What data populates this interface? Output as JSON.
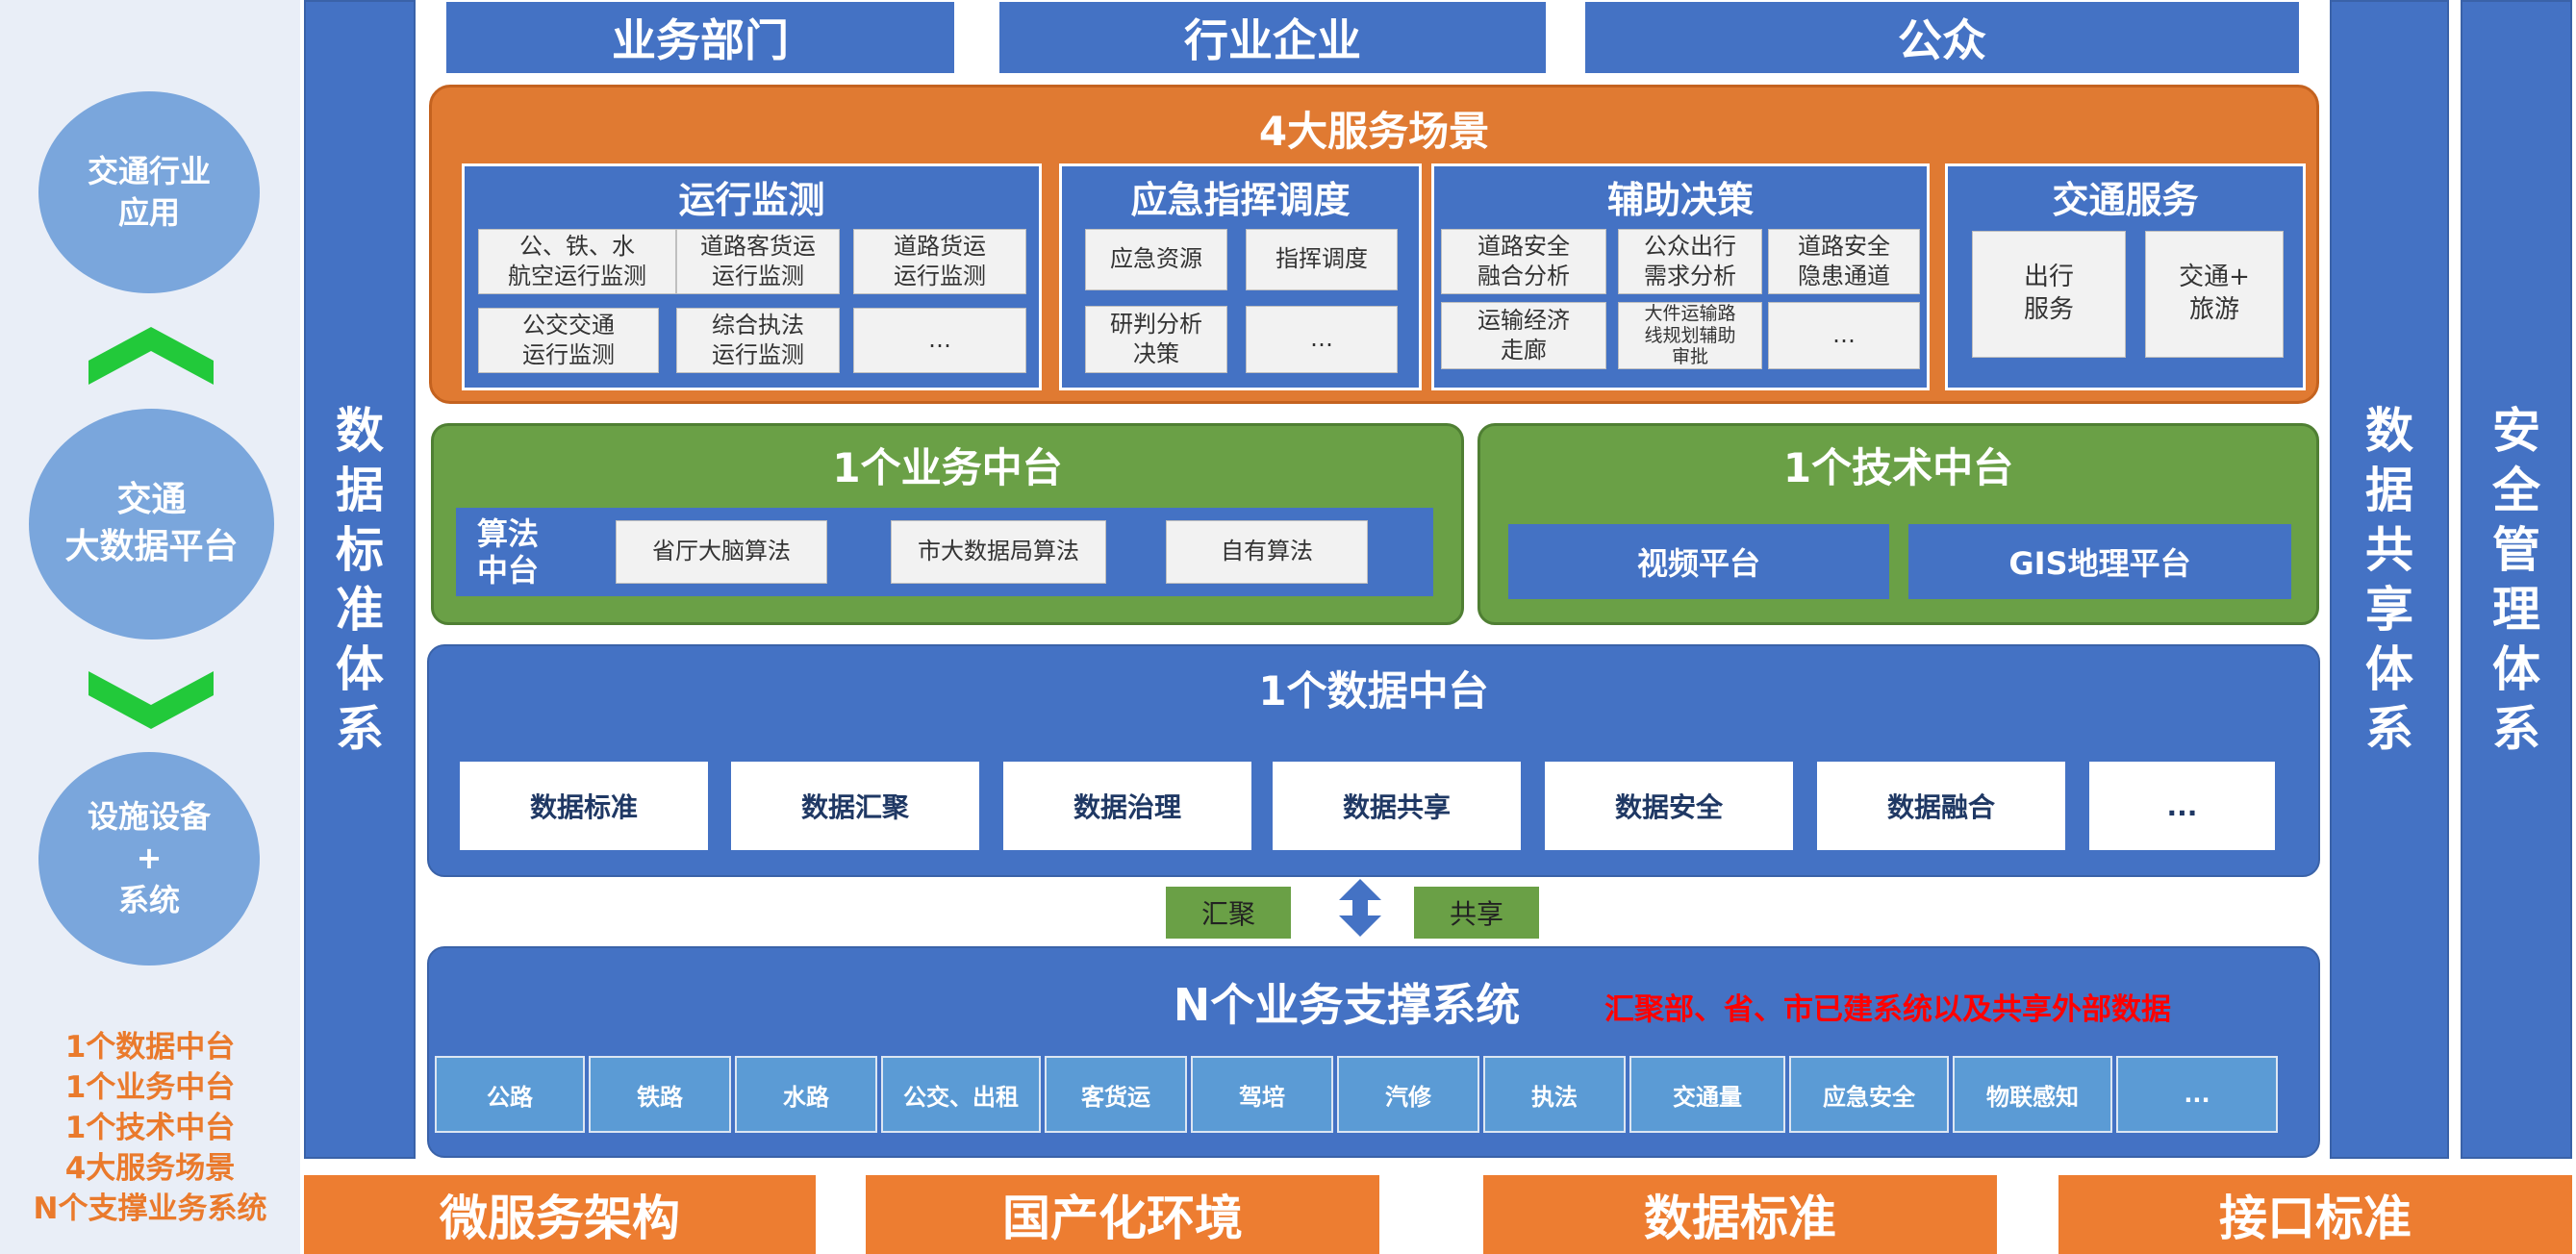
{
  "left": {
    "circle_top": [
      "交通行业",
      "应用"
    ],
    "circle_mid": [
      "交通",
      "大数据平台"
    ],
    "circle_bottom": [
      "设施设备",
      "+",
      "系统"
    ],
    "summary": [
      "1个数据中台",
      "1个业务中台",
      "1个技术中台",
      "4大服务场景",
      "N个支撑业务系统"
    ]
  },
  "side_bars": {
    "data_standard": [
      "数",
      "据",
      "标",
      "准",
      "体",
      "系"
    ],
    "data_share": [
      "数",
      "据",
      "共",
      "享",
      "体",
      "系"
    ],
    "security": [
      "安",
      "全",
      "管",
      "理",
      "体",
      "系"
    ]
  },
  "top_headers": [
    "业务部门",
    "行业企业",
    "公众"
  ],
  "scenario": {
    "title": "4大服务场景",
    "groups": [
      {
        "title": "运行监测",
        "cells": [
          [
            "公、铁、水",
            "航空运行监测"
          ],
          [
            "道路客货运",
            "运行监测"
          ],
          [
            "道路货运",
            "运行监测"
          ],
          [
            "公交交通",
            "运行监测"
          ],
          [
            "综合执法",
            "运行监测"
          ],
          [
            "…"
          ]
        ]
      },
      {
        "title": "应急指挥调度",
        "cells": [
          [
            "应急资源"
          ],
          [
            "指挥调度"
          ],
          [
            "研判分析",
            "决策"
          ],
          [
            "…"
          ]
        ]
      },
      {
        "title": "辅助决策",
        "cells": [
          [
            "道路安全",
            "融合分析"
          ],
          [
            "公众出行",
            "需求分析"
          ],
          [
            "道路安全",
            "隐患通道"
          ],
          [
            "运输经济",
            "走廊"
          ],
          [
            "大件运输路",
            "线规划辅助",
            "审批"
          ],
          [
            "…"
          ]
        ]
      },
      {
        "title": "交通服务",
        "cells": [
          [
            "出行",
            "服务"
          ],
          [
            "交通+",
            "旅游"
          ]
        ]
      }
    ]
  },
  "business_platform": {
    "title": "1个业务中台",
    "algo_label": [
      "算法",
      "中台"
    ],
    "algos": [
      "省厅大脑算法",
      "市大数据局算法",
      "自有算法"
    ]
  },
  "tech_platform": {
    "title": "1个技术中台",
    "items": [
      "视频平台",
      "GIS地理平台"
    ]
  },
  "data_platform": {
    "title": "1个数据中台",
    "items": [
      "数据标准",
      "数据汇聚",
      "数据治理",
      "数据共享",
      "数据安全",
      "数据融合",
      "..."
    ]
  },
  "exchange": {
    "left": "汇聚",
    "right": "共享"
  },
  "support": {
    "title": "N个业务支撑系统",
    "note": "汇聚部、省、市已建系统以及共享外部数据",
    "items": [
      "公路",
      "铁路",
      "水路",
      "公交、出租",
      "客货运",
      "驾培",
      "汽修",
      "执法",
      "交通量",
      "应急安全",
      "物联感知",
      "..."
    ]
  },
  "bottom_bars": [
    "微服务架构",
    "国产化环境",
    "数据标准",
    "接口标准"
  ],
  "colors": {
    "blue": "#4472c4",
    "orange": "#ed7d31",
    "green": "#6aa046",
    "light_blue": "#7aa6dc",
    "chevron_green": "#22c93a",
    "note_red": "#ff0000"
  }
}
